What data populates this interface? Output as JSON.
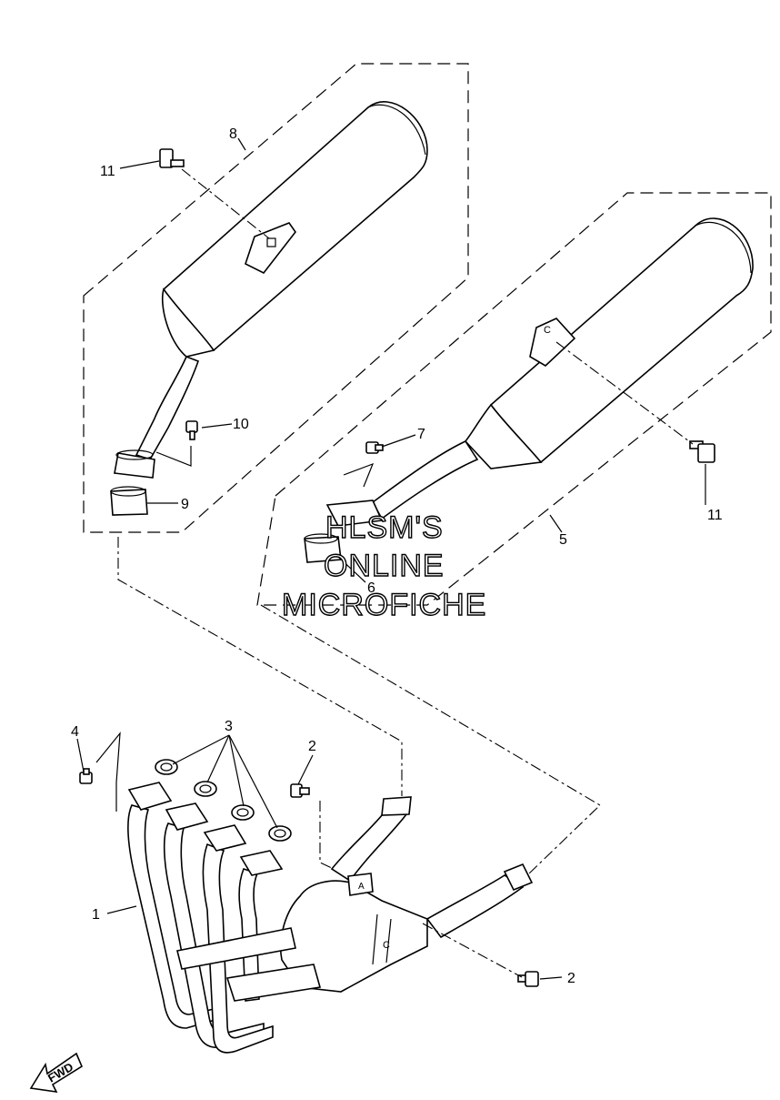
{
  "callouts": {
    "c1": "1",
    "c2a": "2",
    "c2b": "2",
    "c3": "3",
    "c4": "4",
    "c5": "5",
    "c6": "6",
    "c7": "7",
    "c8": "8",
    "c9": "9",
    "c10": "10",
    "c11a": "11",
    "c11b": "11"
  },
  "fwd_label": "FWD",
  "part_letter_c1": "C",
  "part_letter_c2": "C",
  "part_letter_a": "A",
  "watermark": {
    "line1": "HLSM'S",
    "line2": "ONLINE",
    "line3": "MICROFICHE"
  }
}
